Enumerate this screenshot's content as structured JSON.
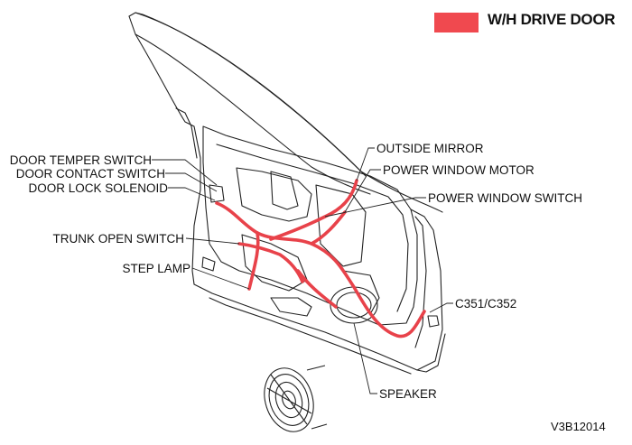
{
  "legend": {
    "title": "W/H DRIVE DOOR",
    "color": "#f0494f"
  },
  "labels": {
    "door_temper_switch": "DOOR TEMPER SWITCH",
    "door_contact_switch": "DOOR CONTACT SWITCH",
    "door_lock_solenoid": "DOOR LOCK SOLENOID",
    "trunk_open_switch": "TRUNK OPEN SWITCH",
    "step_lamp": "STEP LAMP",
    "outside_mirror": "OUTSIDE MIRROR",
    "power_window_motor": "POWER WINDOW MOTOR",
    "power_window_switch": "POWER WINDOW SWITCH",
    "connector": "C351/C352",
    "speaker": "SPEAKER"
  },
  "figure_code": "V3B12014",
  "colors": {
    "harness": "#e8424a",
    "line": "#222222"
  }
}
